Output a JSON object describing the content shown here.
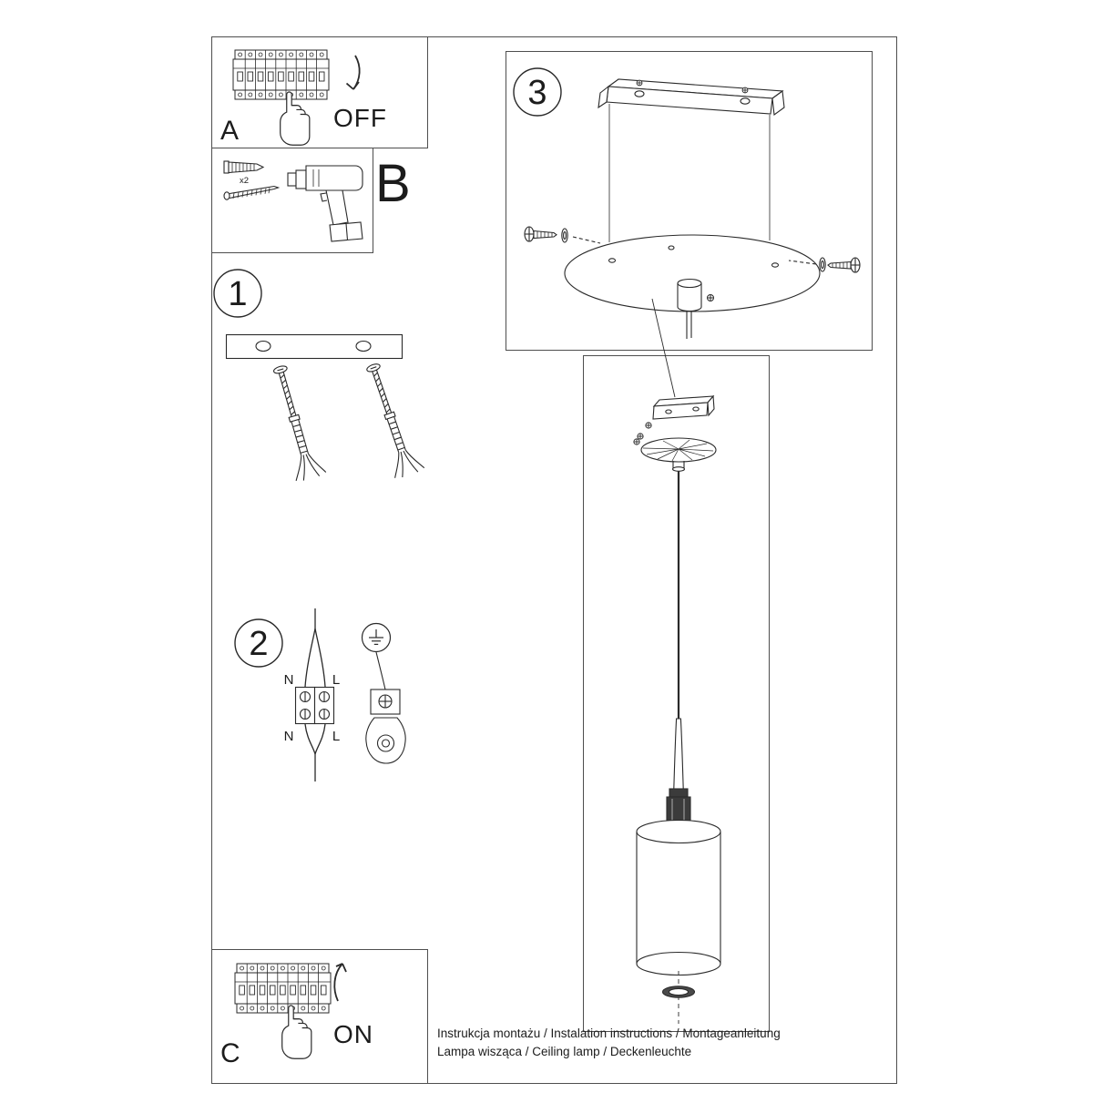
{
  "colors": {
    "ink": "#2a2a2a",
    "paper": "#ffffff",
    "border": "#4e4e4e"
  },
  "panels": {
    "a": {
      "label": "A",
      "state": "OFF"
    },
    "b": {
      "label": "B",
      "qty": "x2"
    },
    "c": {
      "label": "C",
      "state": "ON"
    }
  },
  "steps": {
    "one": "1",
    "two": "2",
    "three": "3"
  },
  "wiring": {
    "n_top": "N",
    "l_top": "L",
    "n_bottom": "N",
    "l_bottom": "L"
  },
  "footer": {
    "line1": "Instrukcja montażu / Instalation instructions / Montageanleitung",
    "line2": "Lampa wisząca / Ceiling lamp / Deckenleuchte"
  },
  "icons": {
    "breaker-panel": "line-drawing",
    "pointing-hand": "line-drawing",
    "curved-arrow": "line-drawing",
    "wall-plug": "line-drawing",
    "screw": "line-drawing",
    "drill": "line-drawing",
    "mounting-bar": "line-drawing",
    "earth-symbol": "line-drawing",
    "terminal-block": "line-drawing",
    "ceiling-bracket": "line-drawing",
    "canopy": "line-drawing",
    "pendant-lamp": "line-drawing"
  }
}
